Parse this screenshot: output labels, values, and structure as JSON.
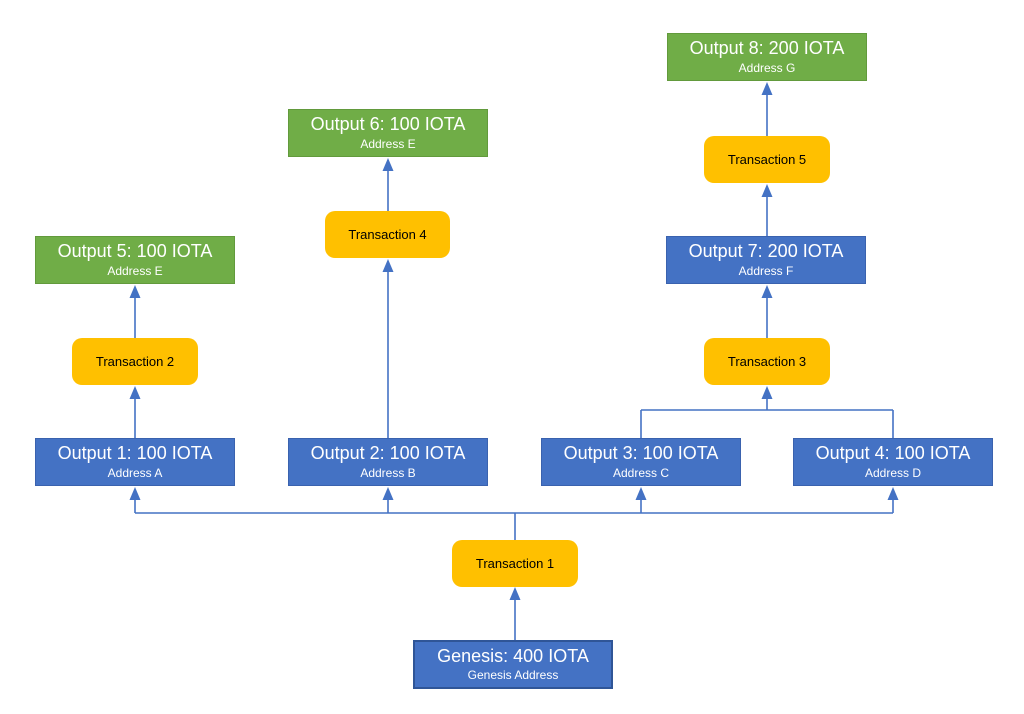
{
  "colors": {
    "output_blue": "#4472C4",
    "output_green": "#70AD47",
    "transaction_yellow": "#FFC000",
    "connector_blue": "#4472C4",
    "text_on_color": "#FFFFFF",
    "text_on_yellow": "#000000",
    "background": "#FFFFFF"
  },
  "nodes": {
    "genesis": {
      "title": "Genesis: 400 IOTA",
      "subtitle": "Genesis Address",
      "color": "blue"
    },
    "transaction1": {
      "label": "Transaction 1"
    },
    "transaction2": {
      "label": "Transaction 2"
    },
    "transaction3": {
      "label": "Transaction 3"
    },
    "transaction4": {
      "label": "Transaction 4"
    },
    "transaction5": {
      "label": "Transaction 5"
    },
    "output1": {
      "title": "Output 1: 100 IOTA",
      "subtitle": "Address A",
      "color": "blue"
    },
    "output2": {
      "title": "Output 2: 100 IOTA",
      "subtitle": "Address B",
      "color": "blue"
    },
    "output3": {
      "title": "Output 3: 100 IOTA",
      "subtitle": "Address C",
      "color": "blue"
    },
    "output4": {
      "title": "Output 4: 100 IOTA",
      "subtitle": "Address D",
      "color": "blue"
    },
    "output5": {
      "title": "Output 5: 100 IOTA",
      "subtitle": "Address E",
      "color": "green"
    },
    "output6": {
      "title": "Output 6: 100 IOTA",
      "subtitle": "Address E",
      "color": "green"
    },
    "output7": {
      "title": "Output 7: 200 IOTA",
      "subtitle": "Address F",
      "color": "blue"
    },
    "output8": {
      "title": "Output 8: 200 IOTA",
      "subtitle": "Address G",
      "color": "green"
    }
  },
  "edges": [
    {
      "from": "genesis",
      "to": "transaction1"
    },
    {
      "from": "transaction1",
      "to": "output1"
    },
    {
      "from": "transaction1",
      "to": "output2"
    },
    {
      "from": "transaction1",
      "to": "output3"
    },
    {
      "from": "transaction1",
      "to": "output4"
    },
    {
      "from": "output1",
      "to": "transaction2"
    },
    {
      "from": "transaction2",
      "to": "output5"
    },
    {
      "from": "output2",
      "to": "transaction4"
    },
    {
      "from": "transaction4",
      "to": "output6"
    },
    {
      "from": "output3",
      "to": "transaction3"
    },
    {
      "from": "output4",
      "to": "transaction3"
    },
    {
      "from": "transaction3",
      "to": "output7"
    },
    {
      "from": "output7",
      "to": "transaction5"
    },
    {
      "from": "transaction5",
      "to": "output8"
    }
  ]
}
